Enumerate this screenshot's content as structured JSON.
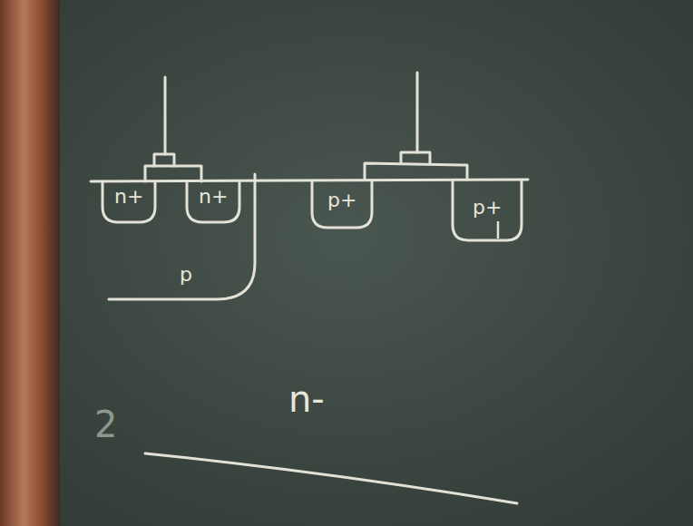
{
  "diagram": {
    "nodes": [
      {
        "text": [
          "p"
        ]
      },
      {
        "text": [
          "n+"
        ],
        "in": 0
      },
      {
        "text": [
          "n+"
        ],
        "in": 0
      },
      {
        "text": [
          "p+"
        ]
      },
      {
        "text": [
          "p+"
        ]
      }
    ],
    "labels": [
      "n-",
      "2"
    ]
  }
}
